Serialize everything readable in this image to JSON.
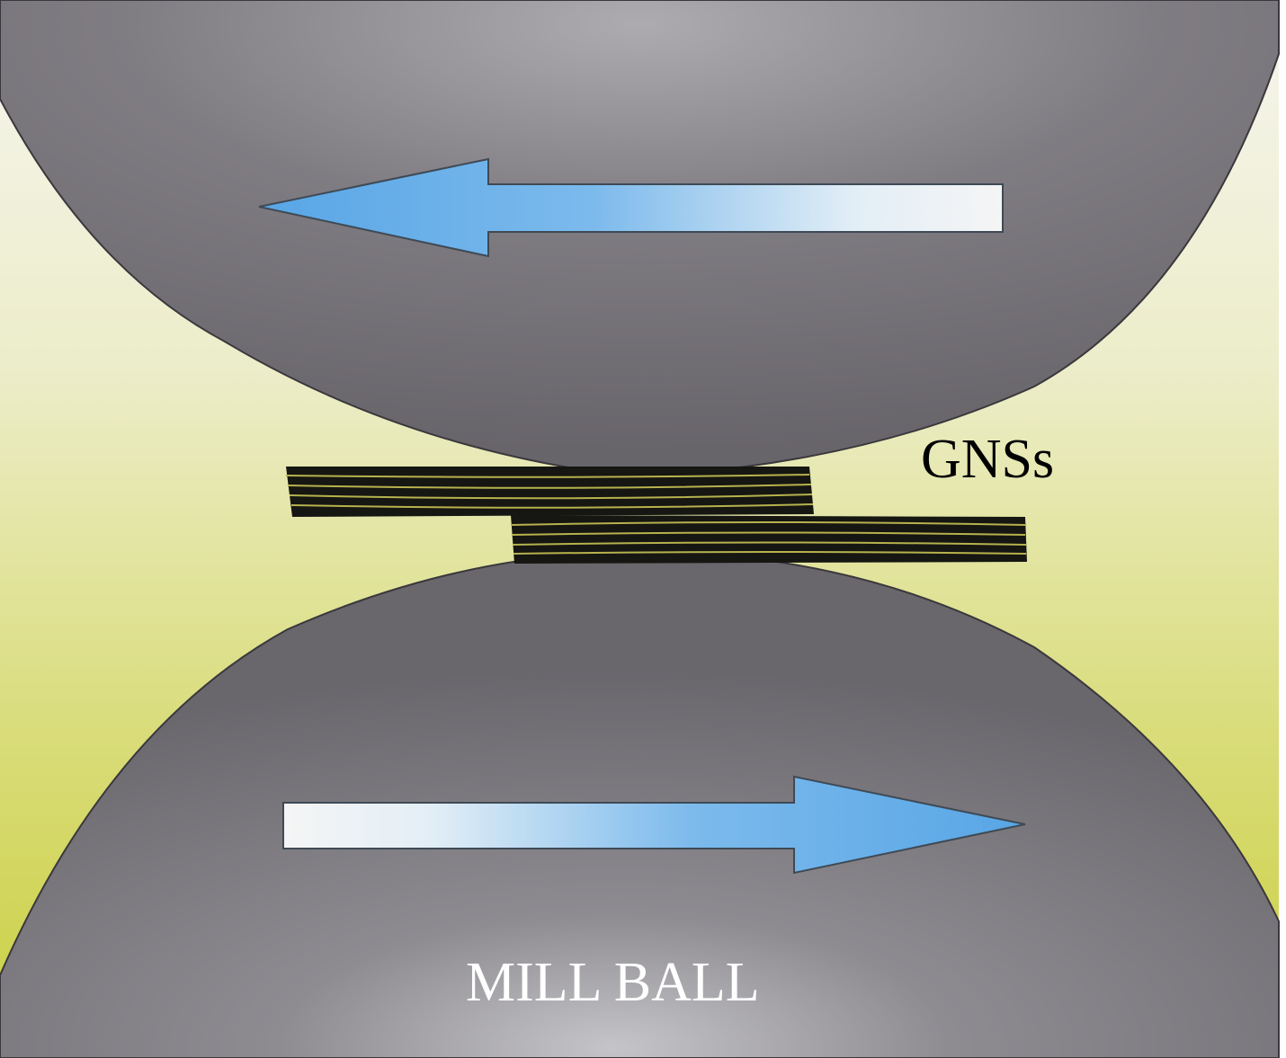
{
  "labels": {
    "sheets": "GNSs",
    "ball": "MILL BALL"
  },
  "arrows": {
    "top_direction": "left",
    "bottom_direction": "right"
  },
  "colors": {
    "background_light": "#f4f3ec",
    "background_green": "#cdd24a",
    "ball_dark": "#6b686d",
    "ball_light": "#a7a5aa",
    "arrow_blue": "#5aa8e6",
    "arrow_white": "#f4f4f4",
    "sheet_black": "#141410",
    "sheet_line": "#b6b24e"
  }
}
